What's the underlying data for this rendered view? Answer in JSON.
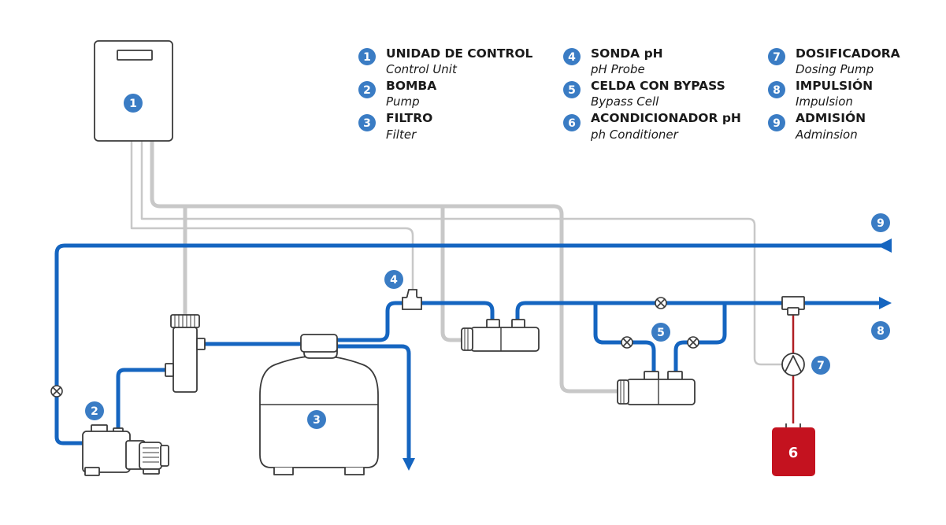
{
  "legend": [
    {
      "num": "1",
      "title": "UNIDAD DE CONTROL",
      "subtitle": "Control Unit"
    },
    {
      "num": "2",
      "title": "BOMBA",
      "subtitle": "Pump"
    },
    {
      "num": "3",
      "title": "FILTRO",
      "subtitle": "Filter"
    },
    {
      "num": "4",
      "title": "SONDA pH",
      "subtitle": "pH Probe"
    },
    {
      "num": "5",
      "title": "CELDA CON BYPASS",
      "subtitle": "Bypass Cell"
    },
    {
      "num": "6",
      "title": "ACONDICIONADOR pH",
      "subtitle": "ph Conditioner"
    },
    {
      "num": "7",
      "title": "DOSIFICADORA",
      "subtitle": "Dosing Pump"
    },
    {
      "num": "8",
      "title": "IMPULSIÓN",
      "subtitle": "Impulsion"
    },
    {
      "num": "9",
      "title": "ADMISIÓN",
      "subtitle": "Adminsion"
    }
  ],
  "markers": {
    "control_unit": "1",
    "pump": "2",
    "filter": "3",
    "ph_probe": "4",
    "bypass_cell": "5",
    "ph_conditioner": "6",
    "dosing_pump": "7",
    "impulsion": "8",
    "admission": "9"
  },
  "colors": {
    "pipe_blue": "#1565c0",
    "marker_blue": "#3a7cc4",
    "cable_grey": "#c8c8c8",
    "equipment_outline": "#3a3a3a",
    "conditioner_red": "#c4121f",
    "dosing_line_red": "#b01e23"
  }
}
